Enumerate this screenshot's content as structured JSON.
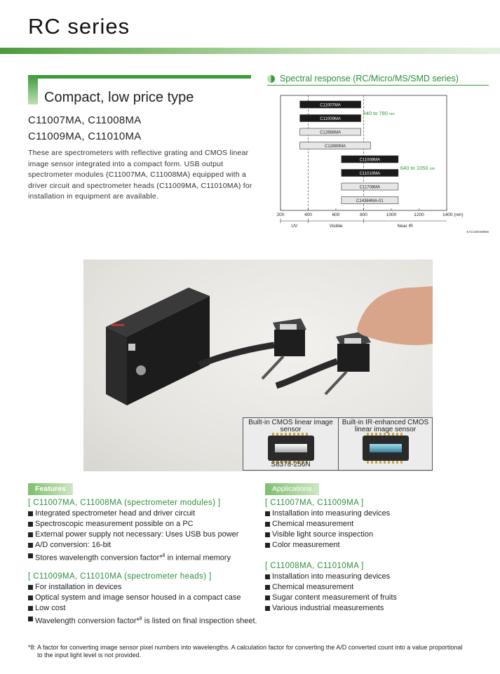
{
  "page": {
    "title": "RC series",
    "subtitle": "Compact, low price type",
    "models_line1": "C11007MA, C11008MA",
    "models_line2": "C11009MA, C11010MA",
    "intro": "These are spectrometers with reflective grating and CMOS linear image sensor integrated into a compact form. USB output spectrometer modules (C11007MA, C11008MA) equipped with a driver circuit and spectrometer heads (C11009MA, C11010MA) for installation in equipment are available."
  },
  "spectral": {
    "heading": "Spectral response (RC/Micro/MS/SMD series)",
    "figure_code": "KACCB0489EB"
  },
  "chart_data": {
    "type": "bar",
    "title": "",
    "xlabel": "",
    "x_unit": "(nm)",
    "xlim": [
      200,
      1400
    ],
    "x_ticks": [
      200,
      400,
      600,
      800,
      1000,
      1200,
      1400
    ],
    "x_tick_labels": [
      "200",
      "400",
      "600",
      "800",
      "1000",
      "1200",
      "1400 (nm)"
    ],
    "bands": [
      {
        "label": "UV",
        "from": 200,
        "to": 400
      },
      {
        "label": "Visible",
        "from": 400,
        "to": 800
      },
      {
        "label": "Near IR",
        "from": 800,
        "to": 1400
      }
    ],
    "bars": [
      {
        "name": "C11007MA",
        "start": 340,
        "end": 780,
        "style": "dark"
      },
      {
        "name": "C11009MA",
        "start": 340,
        "end": 780,
        "style": "dark"
      },
      {
        "name": "C12666MA",
        "start": 340,
        "end": 780,
        "style": "light"
      },
      {
        "name": "C12880MA",
        "start": 340,
        "end": 850,
        "style": "light"
      },
      {
        "name": "C11008MA",
        "start": 640,
        "end": 1050,
        "style": "dark"
      },
      {
        "name": "C11010MA",
        "start": 640,
        "end": 1050,
        "style": "dark"
      },
      {
        "name": "C11708MA",
        "start": 640,
        "end": 1050,
        "style": "light"
      },
      {
        "name": "C14384MA-01",
        "start": 640,
        "end": 1050,
        "style": "light"
      }
    ],
    "annotations": [
      {
        "text": "340 to 780",
        "unit": "nm",
        "x": 780,
        "after_bar": 0
      },
      {
        "text": "640 to 1050",
        "unit": "nm",
        "x": 1050,
        "after_bar": 4
      }
    ],
    "dashed_lines_at": [
      400,
      800
    ]
  },
  "photo": {
    "inset_left_label": "Built-in CMOS linear image sensor",
    "inset_left_part": "S8378-256N",
    "inset_right_label": "Built-in IR-enhanced CMOS linear image sensor"
  },
  "features": {
    "tag": "Features",
    "group1_head": "[ C11007MA, C11008MA (spectrometer modules) ]",
    "group1": [
      "Integrated spectrometer head and driver circuit",
      "Spectroscopic measurement possible on a PC",
      "External power supply not necessary: Uses USB bus power",
      "A/D conversion: 16-bit"
    ],
    "group1_last_a": "Stores wavelength conversion factor*",
    "group1_last_sup": "8",
    "group1_last_b": " in internal memory",
    "group2_head": "[ C11009MA, C11010MA (spectrometer heads) ]",
    "group2": [
      "For installation in devices",
      "Optical system and image sensor housed in a compact case",
      "Low cost"
    ],
    "group2_last_a": "Wavelength conversion factor*",
    "group2_last_sup": "8",
    "group2_last_b": " is listed on final inspection sheet."
  },
  "applications": {
    "tag": "Applications",
    "group1_head": "[ C11007MA, C11009MA ]",
    "group1": [
      "Installation into measuring devices",
      "Chemical measurement",
      "Visible light source inspection",
      "Color measurement"
    ],
    "group2_head": "[ C11008MA, C11010MA ]",
    "group2": [
      "Installation into measuring devices",
      "Chemical measurement",
      "Sugar content measurement of fruits",
      "Various industrial measurements"
    ]
  },
  "footnote": {
    "line1": "*8: A factor for converting image sensor pixel numbers into wavelengths. A calculation factor for converting the A/D converted count into a value proportional",
    "line2": "to the input light level is not provided."
  },
  "colors": {
    "accent_green": "#3a9b3a",
    "bar_dark": "#1a1a1a",
    "bar_light": "#e6e6e6",
    "annotation_green": "#2a9a3a"
  }
}
